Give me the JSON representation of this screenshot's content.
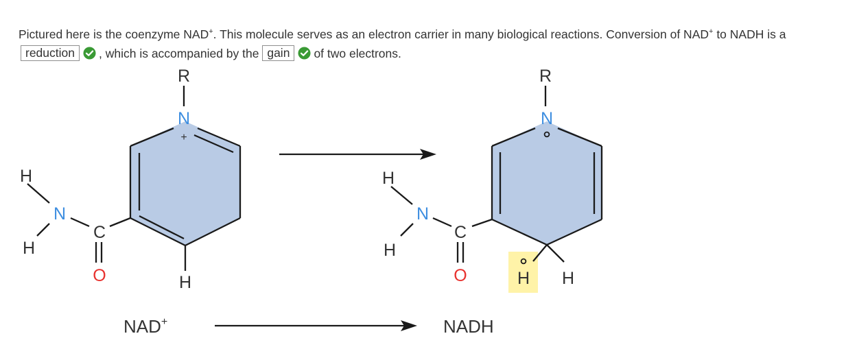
{
  "sentence": {
    "part1": "Pictured here is the coenzyme NAD",
    "sup1": "+",
    "part2": ". This molecule serves as an electron carrier in many biological reactions. Conversion of NAD",
    "sup2": "+",
    "part3": " to NADH is a",
    "answer1": "reduction",
    "part4": ", which is accompanied by the",
    "answer2": "gain",
    "part5": "of two electrons."
  },
  "molecules": {
    "nad": {
      "label": "NAD",
      "label_sup": "+",
      "atoms": {
        "r": "R",
        "n_ring": "N",
        "charge": "+",
        "h_ring": "H",
        "n_amide": "N",
        "h_amide_1": "H",
        "h_amide_2": "H",
        "c": "C",
        "o": "O"
      }
    },
    "nadh": {
      "label": "NADH",
      "atoms": {
        "r": "R",
        "n_ring": "N",
        "h_new": "H",
        "h_ring": "H",
        "n_amide": "N",
        "h_amide_1": "H",
        "h_amide_2": "H",
        "c": "C",
        "o": "O"
      }
    }
  },
  "colors": {
    "ring_fill": "#b9cbe5",
    "highlight": "#fff3a8",
    "check": "#3a9a35",
    "nitrogen": "#3e8ee0",
    "oxygen": "#e8322f",
    "bond": "#1a1a1a"
  }
}
